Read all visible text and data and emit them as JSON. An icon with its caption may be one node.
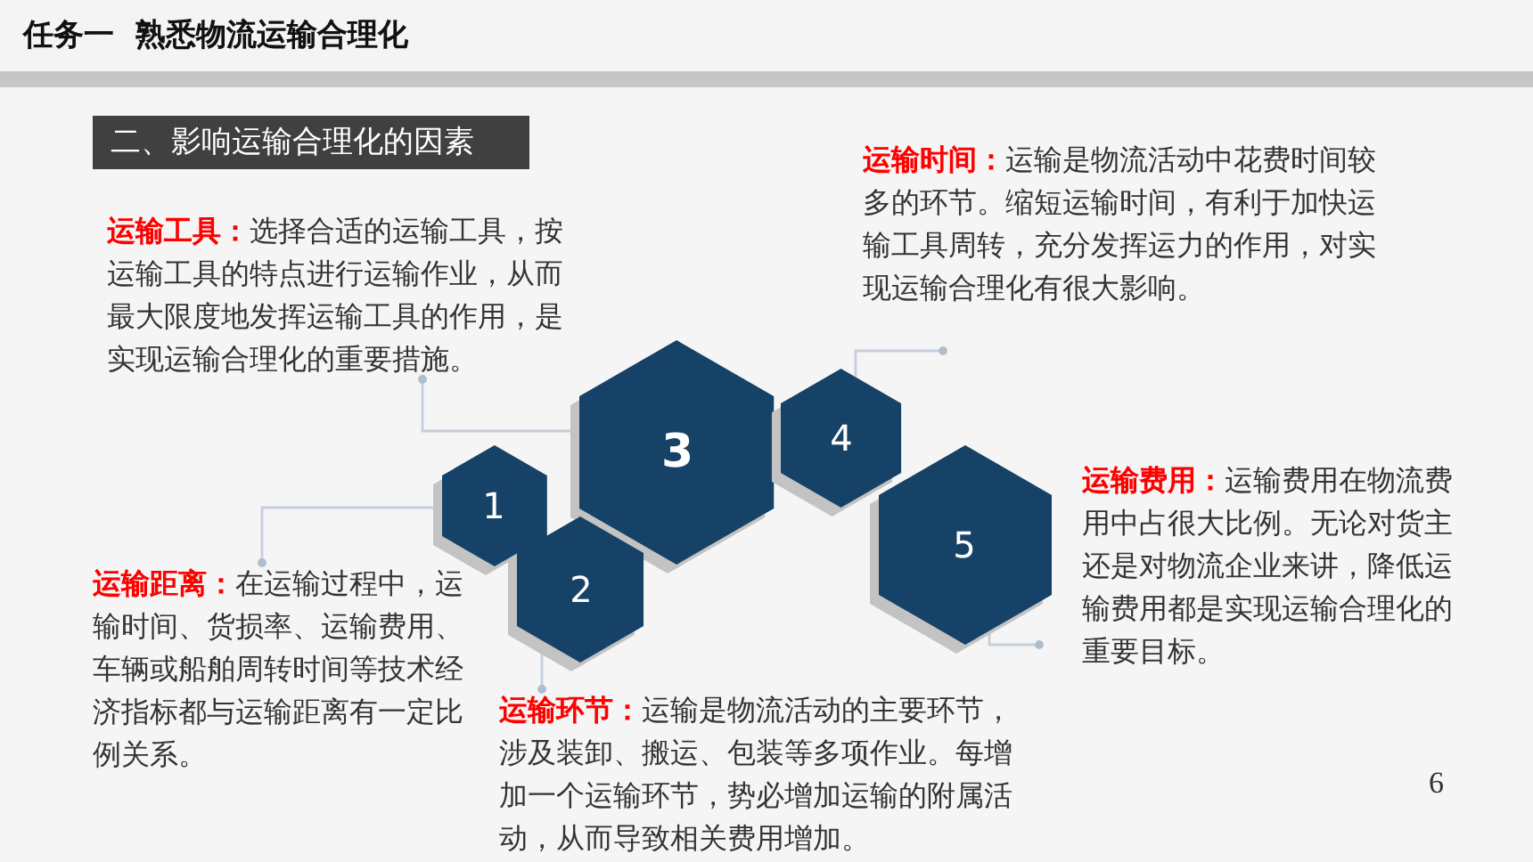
{
  "diagram": {
    "title": "任务一  熟悉物流运输合理化",
    "nodes": [
      {
        "text": [
          "二、影响运输合理化的因素"
        ]
      },
      {
        "text": [
          "**运输时间：**运输是物流活动中花费时间较多的环节。缩短运输时间，有利于加快运输工具周转，充分发挥运力的作用，对实现运输合理化有很大影响。"
        ]
      },
      {
        "text": [
          "**运输工具：**选择合适的运输工具，按运输工具的特点进行运输作业，从而最大限度地发挥运输工具的作用，是实现运输合理化的重要措施。"
        ]
      },
      {
        "text": [
          "3"
        ]
      },
      {
        "text": [
          "4"
        ]
      },
      {
        "text": [
          "1"
        ]
      },
      {
        "text": [
          "5"
        ]
      },
      {
        "text": [
          "**运输费用：**运输费用在物流费用中占很大比例。无论对货主还是对物流企业来讲，降低运输费用都是实现运输合理化的重要目标。"
        ]
      },
      {
        "text": [
          "2"
        ]
      },
      {
        "text": [
          "**运输距离：**在运输过程中，运输时间、货损率、运输费用、车辆或船舶周转时间等技术经济指标都与运输距离有一定比例关系。"
        ]
      },
      {
        "text": [
          "**运输环节：**运输是物流活动的主要环节，涉及装卸、搬运、包装等多项作业。每增加一个运输环节，势必增加运输的附属活动，从而导致相关费用增加。"
        ]
      }
    ],
    "edges": [
      {
        "from": 3,
        "to": 2,
        "arrow": "other"
      },
      {
        "from": 5,
        "to": 9,
        "arrow": "other"
      },
      {
        "from": 8,
        "to": 10,
        "arrow": "other"
      },
      {
        "from": 4,
        "to": 1,
        "arrow": "other"
      },
      {
        "from": 6,
        "to": 7,
        "arrow": "other"
      }
    ],
    "labels": [
      "6"
    ]
  }
}
